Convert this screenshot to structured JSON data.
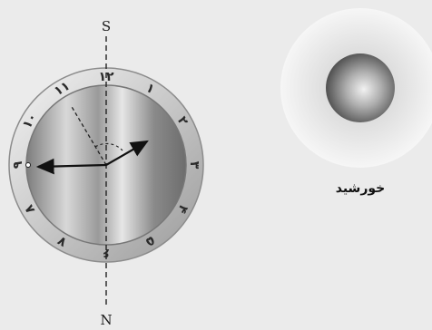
{
  "diagram": {
    "axis": {
      "top_label": "S",
      "bottom_label": "N"
    },
    "sun": {
      "label": "خورشید"
    },
    "dial": {
      "numerals": [
        {
          "hour": 1,
          "text": "۱"
        },
        {
          "hour": 2,
          "text": "۲"
        },
        {
          "hour": 3,
          "text": "۳"
        },
        {
          "hour": 4,
          "text": "۴"
        },
        {
          "hour": 5,
          "text": "۵"
        },
        {
          "hour": 6,
          "text": "۶"
        },
        {
          "hour": 7,
          "text": "۷"
        },
        {
          "hour": 8,
          "text": "۸"
        },
        {
          "hour": 9,
          "text": "۹"
        },
        {
          "hour": 10,
          "text": "۱۰"
        },
        {
          "hour": 11,
          "text": "۱۱"
        },
        {
          "hour": 12,
          "text": "۱۲"
        }
      ]
    }
  }
}
